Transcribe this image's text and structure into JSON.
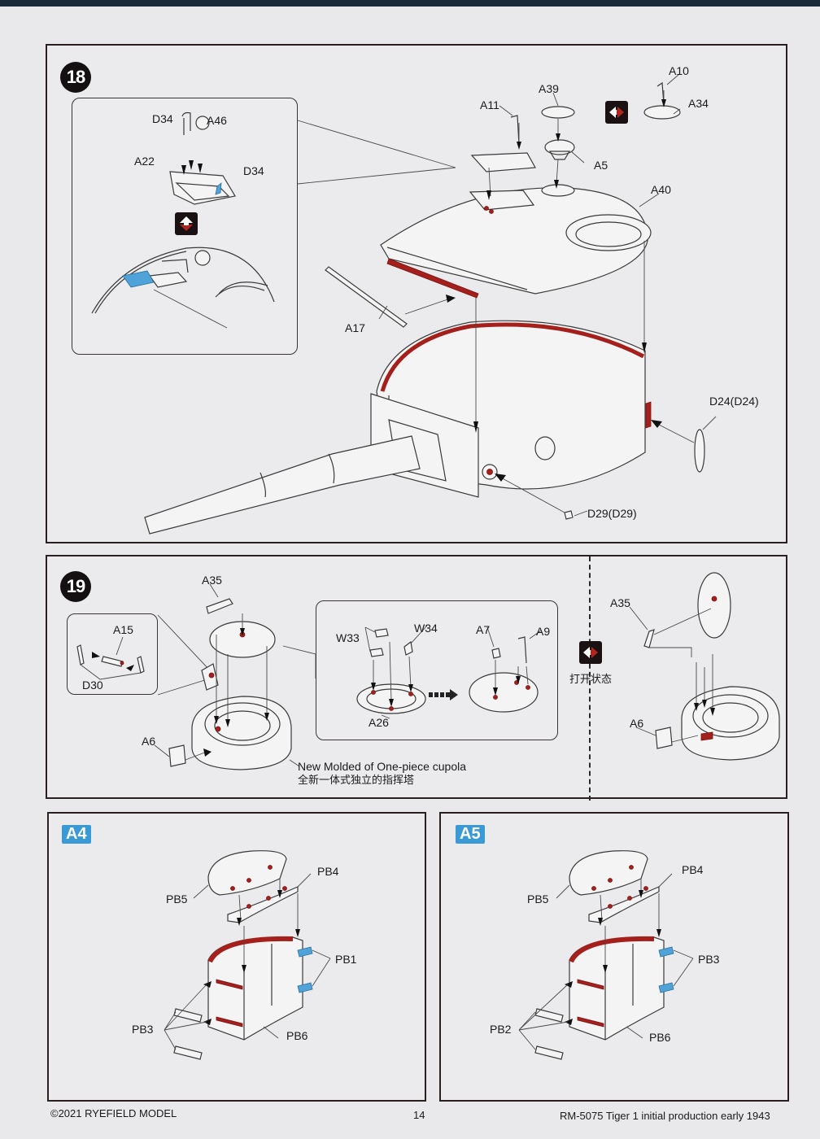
{
  "page": {
    "footer": {
      "copyright": "©2021 RYEFIELD MODEL",
      "page_number": "14",
      "product": "RM-5075  Tiger 1 initial production early 1943"
    }
  },
  "step18": {
    "number": "18",
    "inset_labels": {
      "d34_top": "D34",
      "a46": "A46",
      "a22": "A22",
      "d34_side": "D34"
    },
    "main_labels": {
      "a11": "A11",
      "a39": "A39",
      "a10": "A10",
      "a34": "A34",
      "a5": "A5",
      "a40": "A40",
      "a17": "A17",
      "d24": "D24(D24)",
      "d29": "D29(D29)"
    },
    "icons": {
      "inset_swap": "up-down-swap-icon",
      "main_swap": "left-right-swap-icon"
    }
  },
  "step19": {
    "number": "19",
    "labels": {
      "a35": "A35",
      "a15": "A15",
      "d30": "D30",
      "a6": "A6",
      "w33": "W33",
      "w34": "W34",
      "a7": "A7",
      "a9": "A9",
      "a26": "A26",
      "a35_open": "A35",
      "a6_open": "A6"
    },
    "caption_en": "New Molded of One-piece cupola",
    "caption_zh": "全新一体式独立的指挥塔",
    "open_state_label": "打开状态",
    "icons": {
      "open_swap": "left-right-swap-icon",
      "sequence_arrow": "dashed-arrow-right-icon"
    }
  },
  "variants": [
    {
      "badge": "A4",
      "labels": {
        "pb5": "PB5",
        "pb4": "PB4",
        "side": "PB1",
        "front": "PB3",
        "pb6": "PB6"
      }
    },
    {
      "badge": "A5",
      "labels": {
        "pb5": "PB5",
        "pb4": "PB4",
        "side": "PB3",
        "front": "PB2",
        "pb6": "PB6"
      }
    }
  ],
  "colors": {
    "glue_red": "#a5201c",
    "etch_blue": "#4fa3d8",
    "badge_blue": "#3a9ad6",
    "badge_black": "#141012"
  }
}
